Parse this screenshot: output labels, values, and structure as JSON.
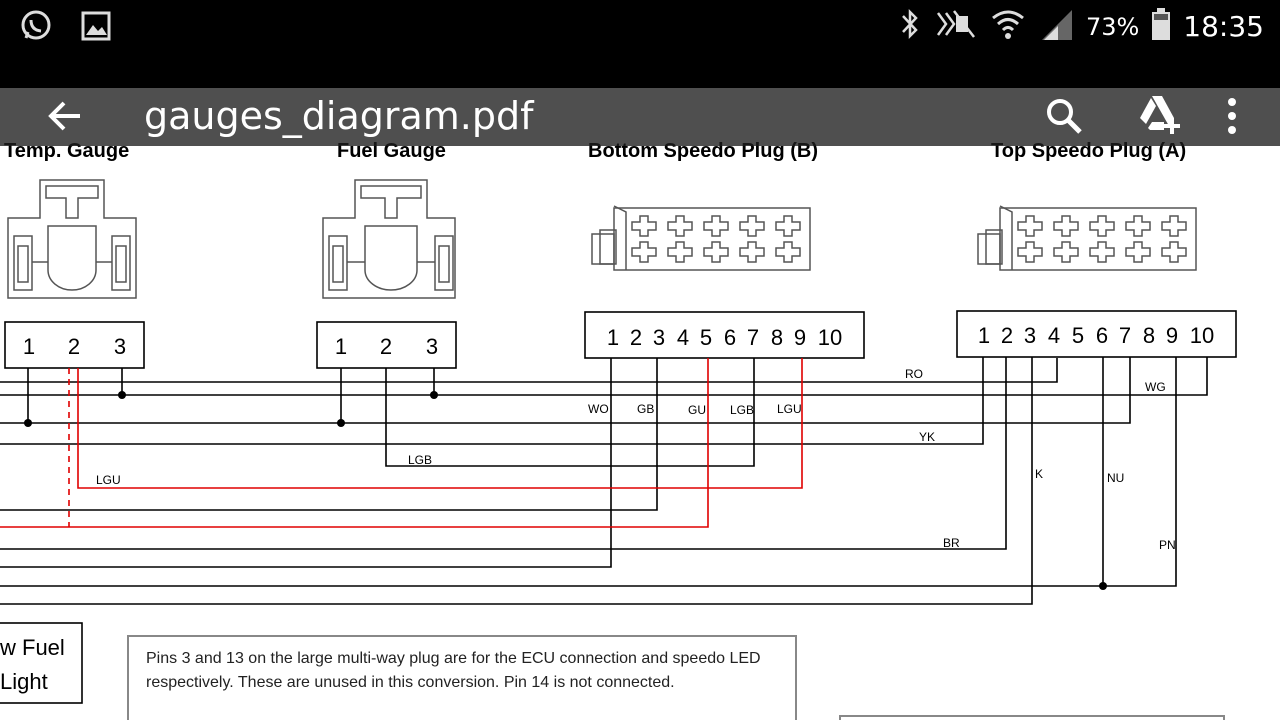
{
  "status_bar": {
    "left_icons": [
      "whatsapp-icon",
      "gallery-icon"
    ],
    "right_icons": [
      "bluetooth-icon",
      "mute-icon",
      "wifi-icon",
      "signal-icon",
      "battery-icon"
    ],
    "battery_percent": "73%",
    "time": "18:35"
  },
  "app_bar": {
    "back_icon": "back-arrow-icon",
    "title": "gauges_diagram.pdf",
    "actions": [
      "search-icon",
      "add-to-drive-icon",
      "more-vert-icon"
    ]
  },
  "diagram": {
    "headings": {
      "temp_gauge": "Temp. Gauge",
      "fuel_gauge": "Fuel Gauge",
      "bottom_plug": "Bottom Speedo Plug (B)",
      "top_plug": "Top Speedo Plug (A)"
    },
    "pins": {
      "temp": [
        "1",
        "2",
        "3"
      ],
      "fuel": [
        "1",
        "2",
        "3"
      ],
      "bottom": [
        "1",
        "2",
        "3",
        "4",
        "5",
        "6",
        "7",
        "8",
        "9",
        "10"
      ],
      "top": [
        "1",
        "2",
        "3",
        "4",
        "5",
        "6",
        "7",
        "8",
        "9",
        "10"
      ]
    },
    "wire_labels": {
      "ro": "RO",
      "wg": "WG",
      "wo": "WO",
      "gb": "GB",
      "gu": "GU",
      "lgb_1": "LGB",
      "lgu_1": "LGU",
      "yk": "YK",
      "lgb_2": "LGB",
      "lgu_2": "LGU",
      "k": "K",
      "nu": "NU",
      "br": "BR",
      "pn": "PN"
    },
    "left_box": {
      "line1": "w Fuel",
      "line2": "Light"
    },
    "note": {
      "line1": "Pins 3 and 13 on the large multi-way plug are for the ECU connection and speedo LED",
      "line2": "respectively. These are unused in this conversion. Pin 14 is not connected."
    },
    "colors": {
      "wire": "#000000",
      "live_wire": "#e00000"
    }
  }
}
